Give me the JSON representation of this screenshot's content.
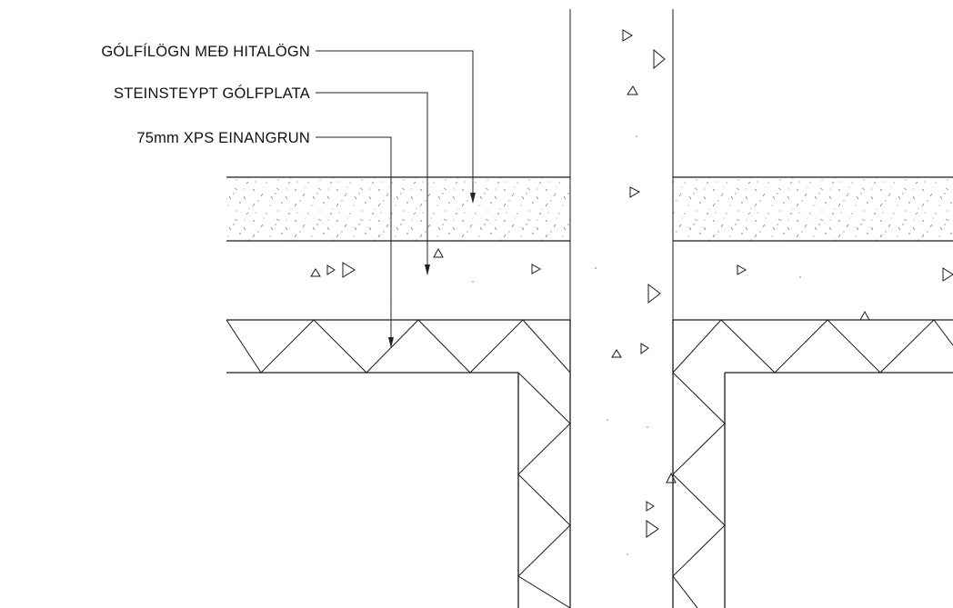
{
  "labels": {
    "floor_heating": "GÓLFÍLÖGN MEÐ HITALÖGN",
    "concrete_slab": "STEINSTEYPT GÓLFPLATA",
    "xps_insulation": "75mm XPS EINANGRUN"
  },
  "colors": {
    "line": "#1a1a1a",
    "background": "#ffffff"
  }
}
